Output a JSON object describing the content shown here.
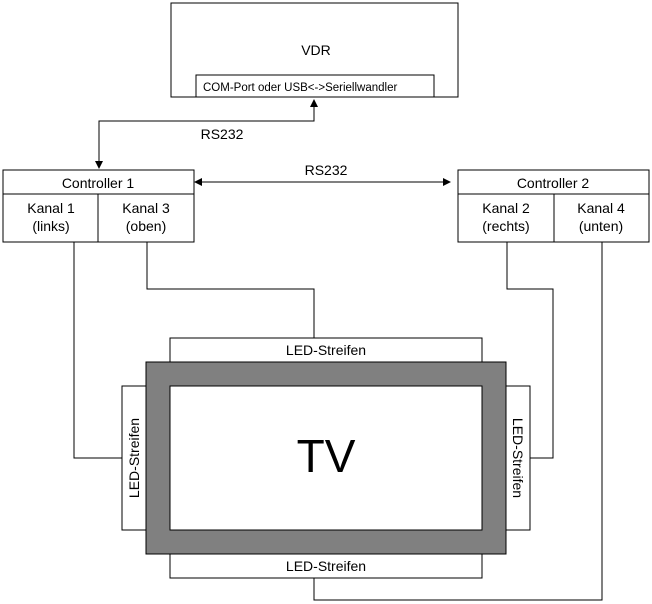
{
  "vdr": {
    "title": "VDR",
    "port_label": "COM-Port oder USB<->Seriellwandler"
  },
  "links": {
    "vdr_to_controller1": "RS232",
    "controller1_to_controller2": "RS232"
  },
  "controller1": {
    "title": "Controller 1",
    "channels": [
      {
        "name": "Kanal 1",
        "position": "(links)"
      },
      {
        "name": "Kanal 3",
        "position": "(oben)"
      }
    ]
  },
  "controller2": {
    "title": "Controller 2",
    "channels": [
      {
        "name": "Kanal 2",
        "position": "(rechts)"
      },
      {
        "name": "Kanal 4",
        "position": "(unten)"
      }
    ]
  },
  "tv": {
    "label": "TV",
    "bezel_color": "#808080",
    "strips": {
      "top": "LED-Streifen",
      "bottom": "LED-Streifen",
      "left": "LED-Streifen",
      "right": "LED-Streifen"
    }
  }
}
